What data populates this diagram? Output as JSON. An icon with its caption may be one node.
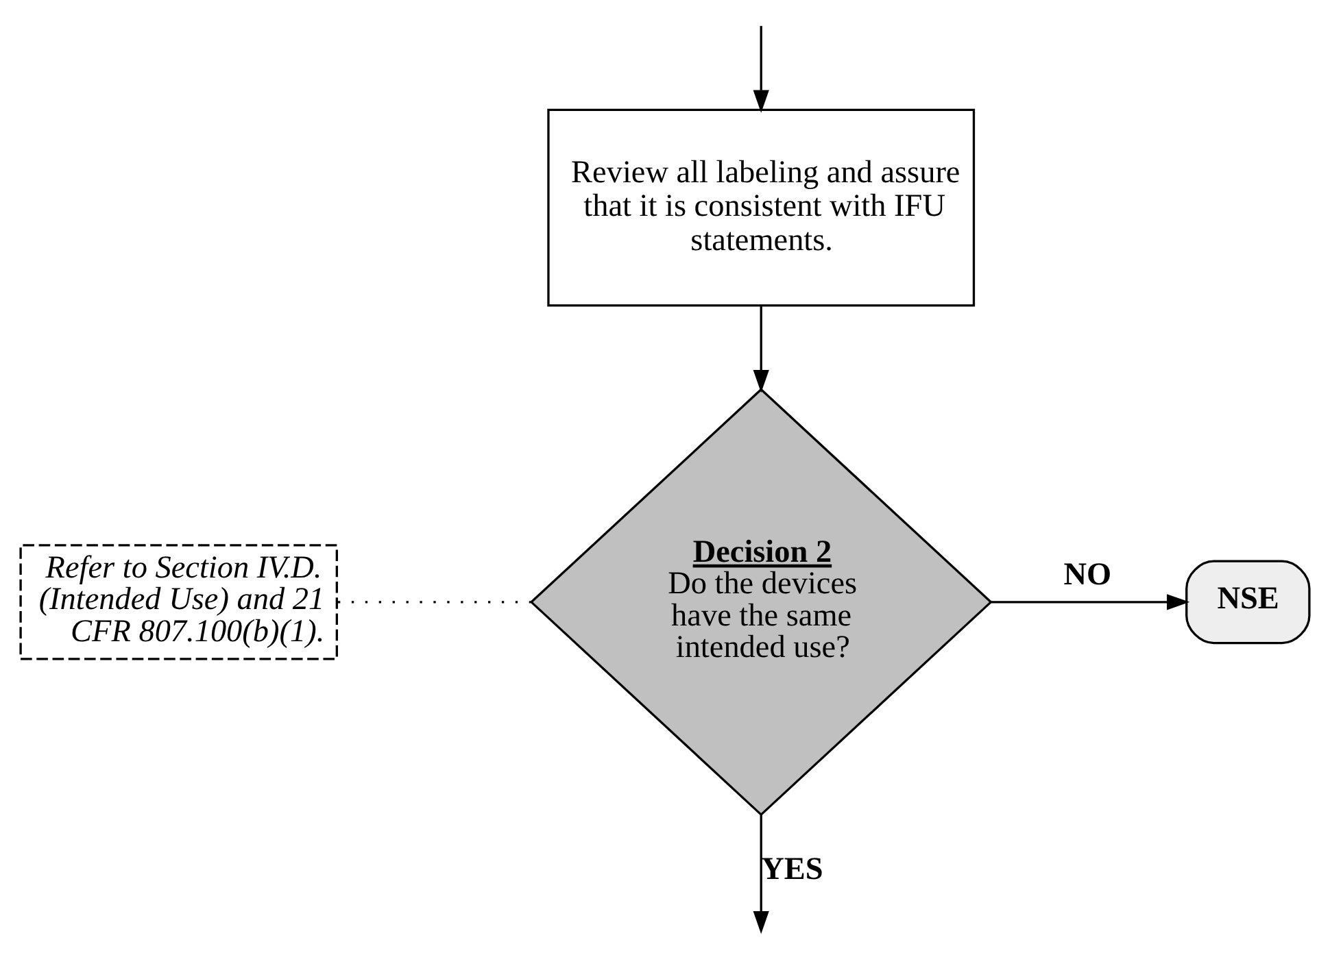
{
  "diagram": {
    "nodes": [
      {
        "text": [
          "Review all labeling and assure that it is consistent with IFU statements."
        ]
      },
      {
        "text": [
          "Decision 2",
          "Do the devices have the same intended use?"
        ]
      },
      {
        "text": [
          "NSE"
        ]
      },
      {
        "text": [
          "Refer to Section IV.D. (Intended Use) and 21 CFR 807.100(b)(1)."
        ]
      }
    ],
    "edges": [
      {
        "from": null,
        "to": 0,
        "arrow": "to"
      },
      {
        "from": 0,
        "to": 1,
        "arrow": "to"
      },
      {
        "from": 1,
        "to": 2,
        "arrow": "to",
        "label": "NO"
      },
      {
        "from": 3,
        "to": 1,
        "arrow": "none",
        "style": "dashed"
      },
      {
        "from": 1,
        "to": null,
        "arrow": "to",
        "label": "YES"
      }
    ]
  }
}
